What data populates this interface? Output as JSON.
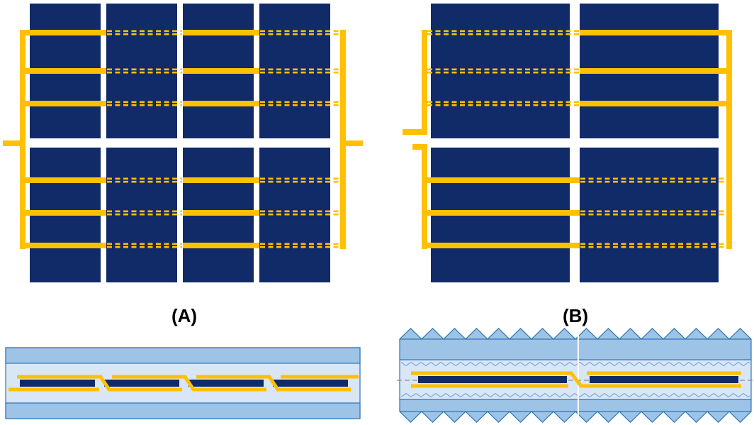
{
  "figure": {
    "panels": {
      "a": {
        "label": "(A)",
        "cells_columns": 4,
        "cells_rows": 2,
        "wires_per_cell_row": 3,
        "wire_pattern": "solid over columns 1 and 3, dashed over columns 2 and 4",
        "leads": "left center and right center"
      },
      "b": {
        "label": "(B)",
        "cells_columns": 2,
        "cells_rows": 2,
        "wires_per_cell_row": 3,
        "wire_pattern": "top row dashed over column 1 / solid over column 2; bottom row solid over column 1 / dashed over column 2",
        "leads": "two leads at left center"
      }
    },
    "cross_sections": {
      "a": {
        "cells": 2,
        "cell_strips": 4,
        "outer_surfaces": "flat glass top and bottom",
        "interconnect": "stepped ribbon between strips"
      },
      "b": {
        "cells": 2,
        "cell_strips": 2,
        "outer_surfaces": "textured (zigzag) glass top and bottom",
        "inner_surfaces": "fine sawtooth texture lines",
        "has_dashed_centerline": true,
        "has_center_seam": true
      }
    }
  },
  "colors": {
    "cell-navy": "#112A68",
    "busbar-yellow": "#FFC000",
    "glass-blue": "#9DC3E6",
    "glass-outline": "#2E75B6",
    "encapsulant-blue": "#D8E6F6",
    "texture-line-blue": "#7FA9DC",
    "centerline-gray": "#8C8C8C",
    "background": "#FFFFFF"
  }
}
